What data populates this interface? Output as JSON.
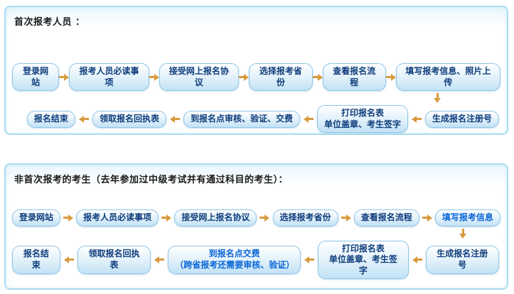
{
  "colors": {
    "accent_border": "#aadcf2",
    "button_text": "#0f3d7c",
    "highlight_text": "#0a66d6",
    "arrow": "#d89a3e"
  },
  "panels": [
    {
      "title": "首次报考人员 ：",
      "row1": [
        "登录网站",
        "报考人员必读事项",
        "接受网上报名协议",
        "选择报考省份",
        "查看报名流程",
        "填写报考信息、照片上传"
      ],
      "row2": [
        "报名结束",
        "领取报名回执表",
        "到报名点审核、验证、交费",
        "打印报名表\n单位盖章、考生签字",
        "生成报名注册号"
      ]
    },
    {
      "title": "非首次报考的考生（去年参加过中级考试并有通过科目的考生）：",
      "row1": [
        "登录网站",
        "报考人员必读事项",
        "接受网上报名协议",
        "选择报考省份",
        "查看报名流程",
        "填写报考信息"
      ],
      "row2": [
        "报名结束",
        "领取报名回执表",
        "到报名点交费\n（跨省报考还需要审核、验证）",
        "打印报名表\n单位盖章、考生签字",
        "生成报名注册号"
      ]
    }
  ]
}
